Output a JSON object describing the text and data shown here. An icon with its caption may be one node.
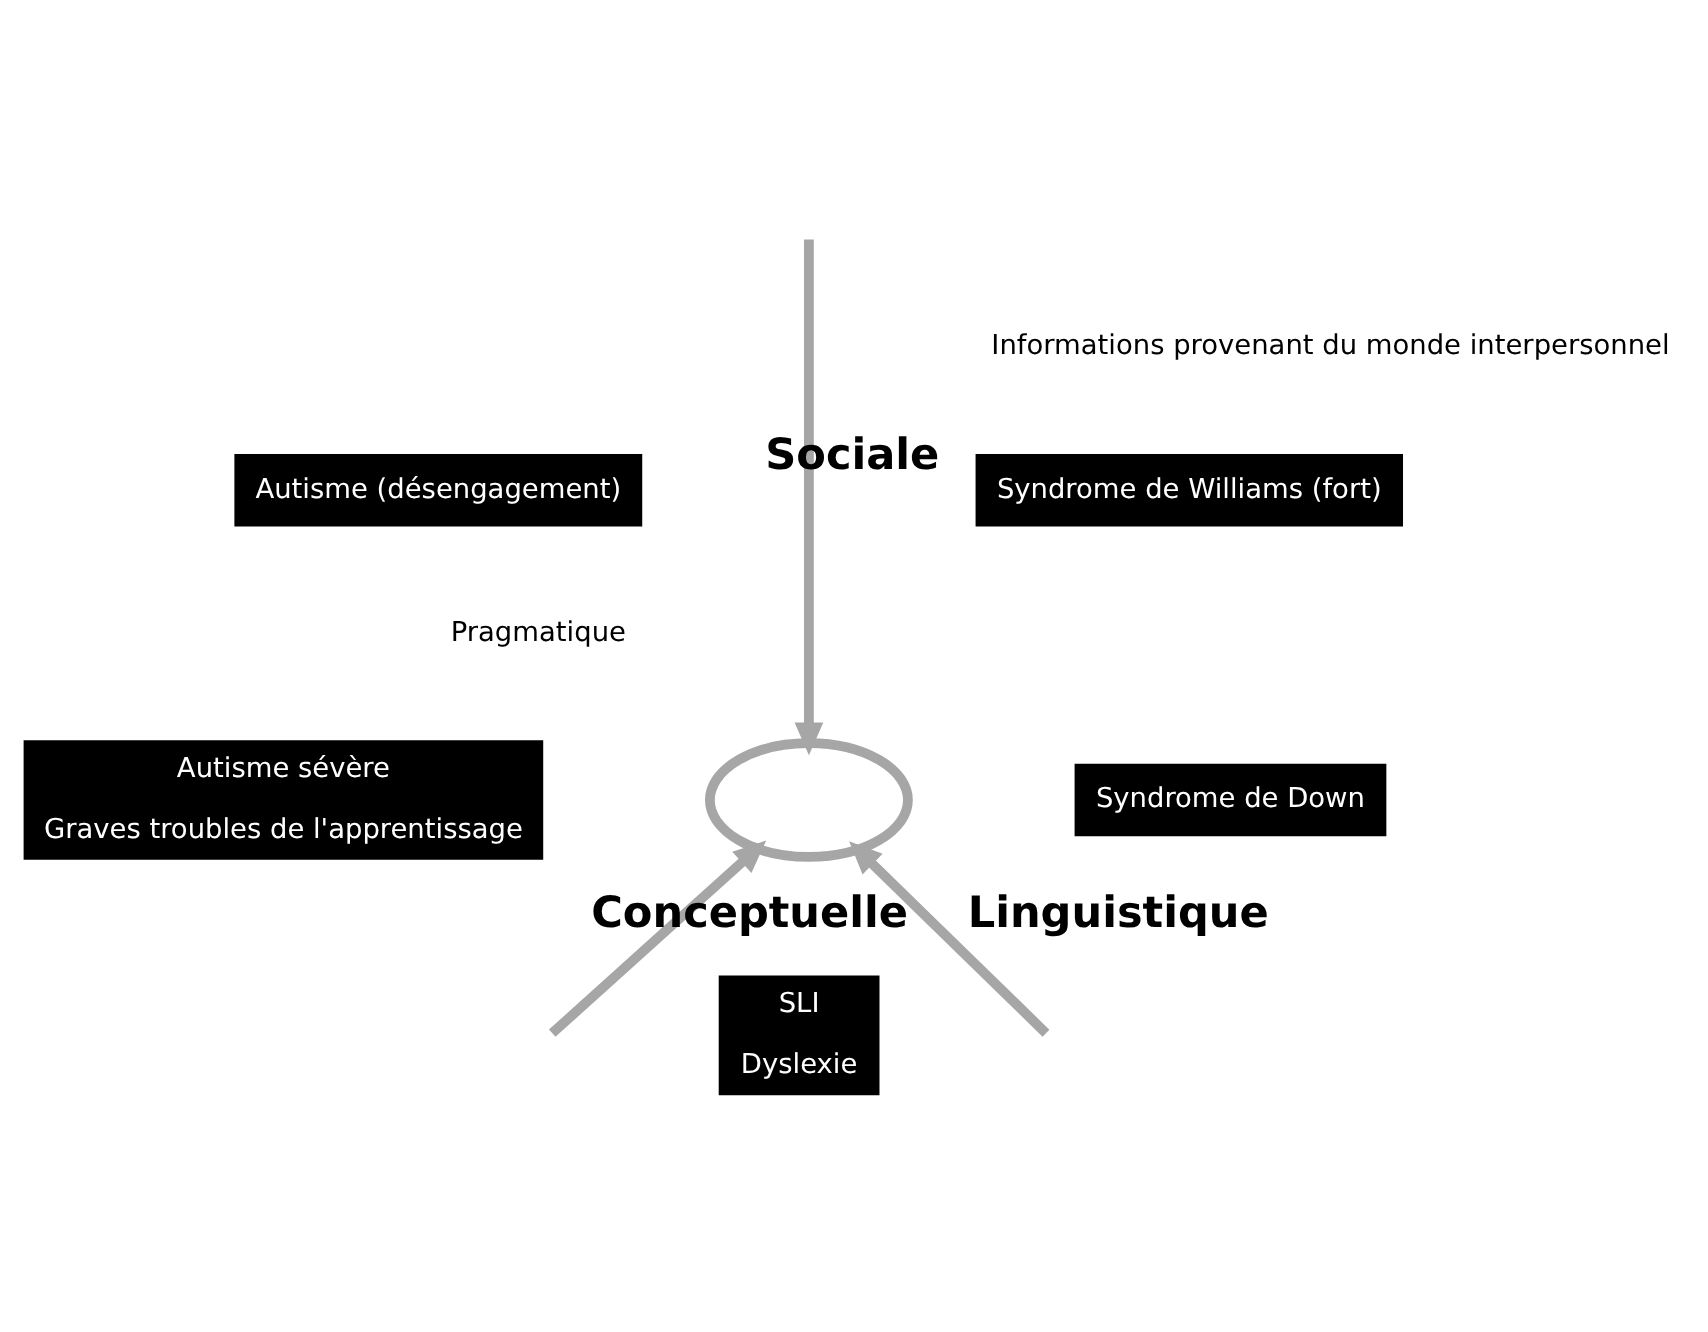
{
  "diagram": {
    "nodes": [
      {
        "text": [
          "Autisme (désengagement)"
        ]
      },
      {
        "text": [
          "Syndrome de Williams (fort)"
        ]
      },
      {
        "text": [],
        "shape": "ellipse"
      },
      {
        "text": [
          "Autisme sévère",
          "Graves troubles de l'apprentissage"
        ]
      },
      {
        "text": [
          "Syndrome de Down"
        ]
      },
      {
        "text": [
          "SLI",
          "Dyslexie"
        ]
      }
    ],
    "edges": [
      {
        "from": null,
        "to": 2,
        "arrow": "to",
        "label": "Sociale"
      },
      {
        "from": null,
        "to": 2,
        "arrow": "to",
        "label": "Conceptuelle"
      },
      {
        "from": null,
        "to": 2,
        "arrow": "to",
        "label": "Linguistique"
      }
    ],
    "labels": [
      "Informations provenant du monde interpersonnel",
      "Pragmatique"
    ]
  }
}
